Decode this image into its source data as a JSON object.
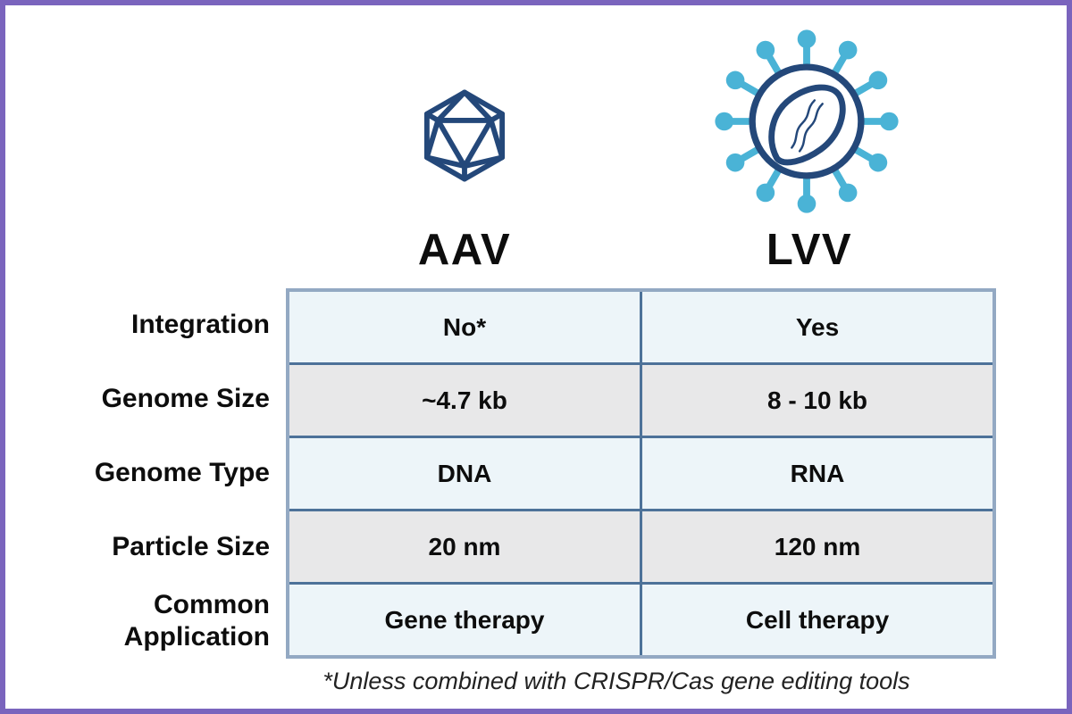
{
  "page": {
    "background": "#FFFFFF",
    "border_color": "#7A64BD"
  },
  "columns": [
    {
      "key": "aav",
      "label": "AAV",
      "icon": "aav-capsid-icon"
    },
    {
      "key": "lvv",
      "label": "LVV",
      "icon": "lvv-enveloped-virus-icon"
    }
  ],
  "table": {
    "rows": [
      {
        "label": "Integration",
        "aav": "No*",
        "lvv": "Yes"
      },
      {
        "label": "Genome Size",
        "aav": "~4.7 kb",
        "lvv": "8 - 10 kb"
      },
      {
        "label": "Genome Type",
        "aav": "DNA",
        "lvv": "RNA"
      },
      {
        "label": "Particle Size",
        "aav": "20 nm",
        "lvv": "120 nm"
      },
      {
        "label": "Common Application",
        "aav": "Gene therapy",
        "lvv": "Cell therapy"
      }
    ]
  },
  "footnote": "*Unless combined with CRISPR/Cas gene editing tools",
  "colors": {
    "accent_border": "#7A64BD",
    "icon_navy": "#24487A",
    "icon_teal": "#4AB3D6",
    "cell_blue": "#EDF5F9",
    "cell_gray": "#E8E8E9",
    "grid_dark": "#4D7299",
    "grid_light": "#93A9C3",
    "text": "#0D0D0D"
  }
}
